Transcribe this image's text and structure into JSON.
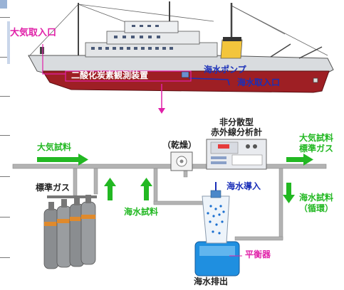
{
  "labels": {
    "air_intake": "大気取入口",
    "co2_system": "二酸化炭素観測装置",
    "seawater_pump": "海水ポンプ",
    "seawater_intake": "海水取入口",
    "ndir_line1": "非分散型",
    "ndir_line2": "赤外線分析計",
    "air_sample_in": "大気試料",
    "dryer": "（乾燥）",
    "air_sample_out_line1": "大気試料",
    "air_sample_out_line2": "標準ガス",
    "std_gas": "標準ガス",
    "seawater_in": "海水導入",
    "seawater_sample": "海水試料",
    "seawater_circ_line1": "海水試料",
    "seawater_circ_line2": "（循環）",
    "equilibrator": "平衡器",
    "seawater_drain": "海水排出"
  },
  "colors": {
    "label_magenta": "#e020a8",
    "arrow_green": "#22b822",
    "hull_red": "#9e1f24",
    "pipe_grey": "#9e9e9e",
    "cylinder_orange": "#e08a2c"
  }
}
